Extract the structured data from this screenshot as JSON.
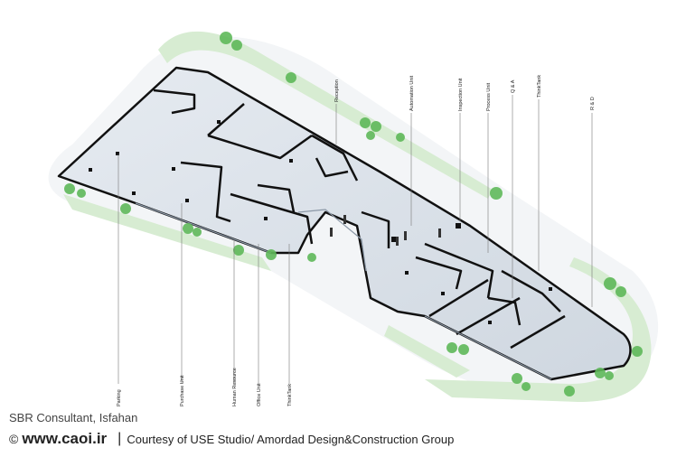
{
  "labels": {
    "parking": "Parking",
    "purchase": "Purchase Unit",
    "hr": "Human Resource",
    "office": "Office Unit",
    "thinktank_left": "ThinkTank",
    "reception": "Reception",
    "automation": "Automation Unit",
    "inspection": "Inspection Unit",
    "process": "Process Unit",
    "qa": "Q & A",
    "thinktank_right": "ThinkTank",
    "rd": "R & D"
  },
  "caption": {
    "title": "SBR Consultant, Isfahan",
    "copyright": "©",
    "site": "www.caoi.ir",
    "separator": "|",
    "credit": "Courtesy of USE Studio/ Amordad Design&Construction Group"
  },
  "colors": {
    "background": "#ffffff",
    "landscape": "#cfe8c9",
    "floor": "#dfe5ec",
    "wall": "#111111",
    "tree": "#5fb95a"
  }
}
